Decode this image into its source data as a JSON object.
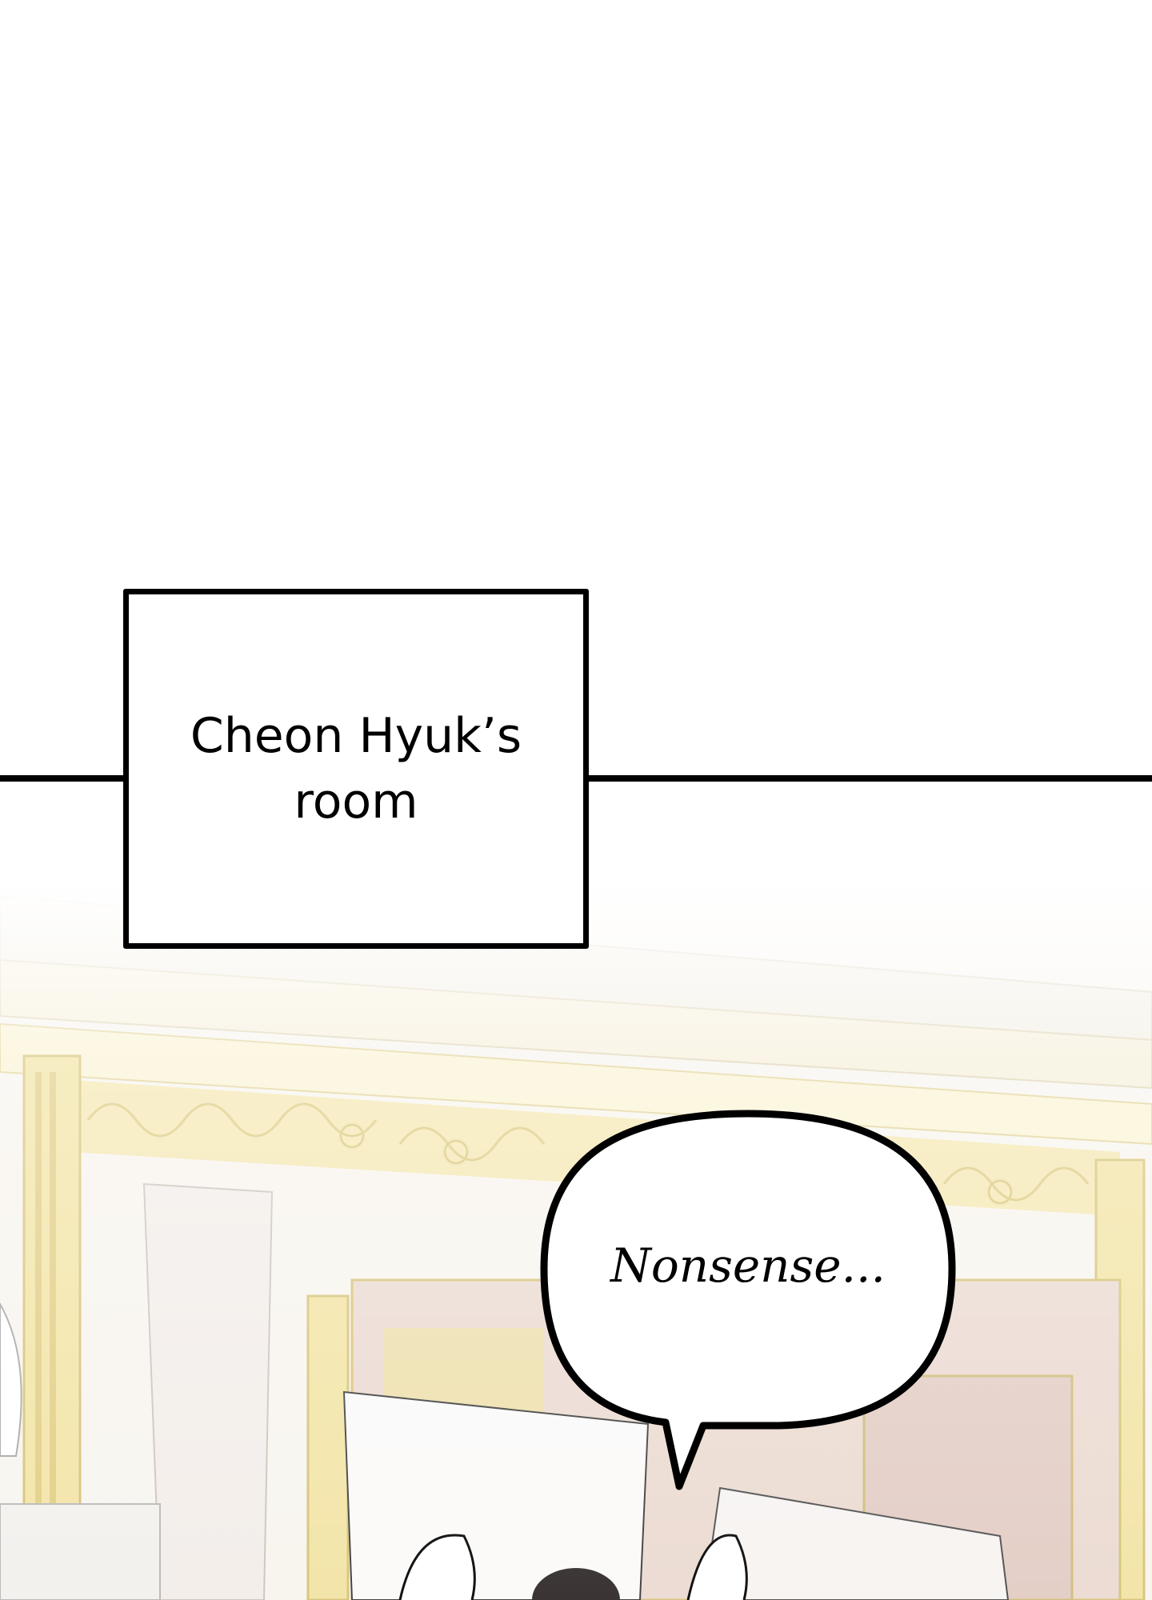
{
  "caption": {
    "line1": "Cheon Hyuk’s",
    "line2": "room"
  },
  "speech_bubble": {
    "text": "Nonsense..."
  },
  "colors": {
    "frame_gold": "#f3e4a6",
    "background_wash": "#f7f3ec",
    "wall_pink": "#e9d9d2",
    "outline": "#000000"
  }
}
